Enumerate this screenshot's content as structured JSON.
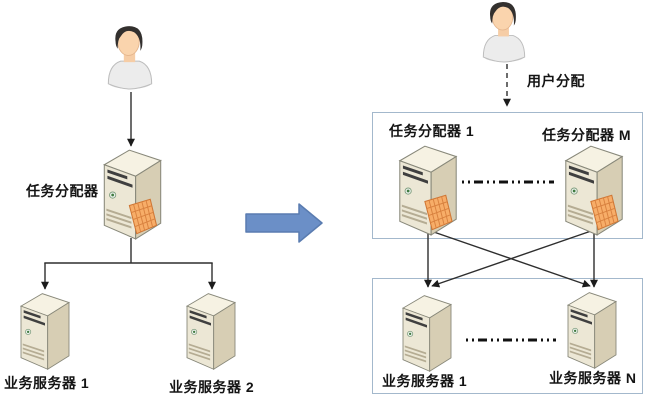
{
  "diagram_title": "task-distributor-scaling-architecture",
  "colors": {
    "background": "#ffffff",
    "connector": "#2e2e2e",
    "box_border": "#a3b8cc",
    "transform_arrow_fill": "#6b8fc7",
    "transform_arrow_border": "#5a7cb0",
    "server_front": "#ece7d5",
    "server_side": "#d7ceb4",
    "server_top": "#f6f2e3",
    "grid_panel_fill": "#f7ad68",
    "grid_panel_line": "#d8813f",
    "label_color": "#141414"
  },
  "icons": {
    "user": "user-icon",
    "load_balancer": "load-balancer-server-icon",
    "business_server": "server-icon",
    "transform": "right-block-arrow-icon",
    "ellipsis": "dash-dot-separator-icon",
    "flow_arrow": "arrow-connector",
    "dashed_flow_arrow": "dashed-arrow-connector"
  },
  "before": {
    "distributor_label": "任务分配器",
    "server1_label": "业务服务器 1",
    "server2_label": "业务服务器 2"
  },
  "after": {
    "user_dispatch_label": "用户分配",
    "distributor_cluster": {
      "first_label": "任务分配器 1",
      "last_label": "任务分配器 M"
    },
    "server_cluster": {
      "first_label": "业务服务器 1",
      "last_label": "业务服务器 N"
    }
  }
}
